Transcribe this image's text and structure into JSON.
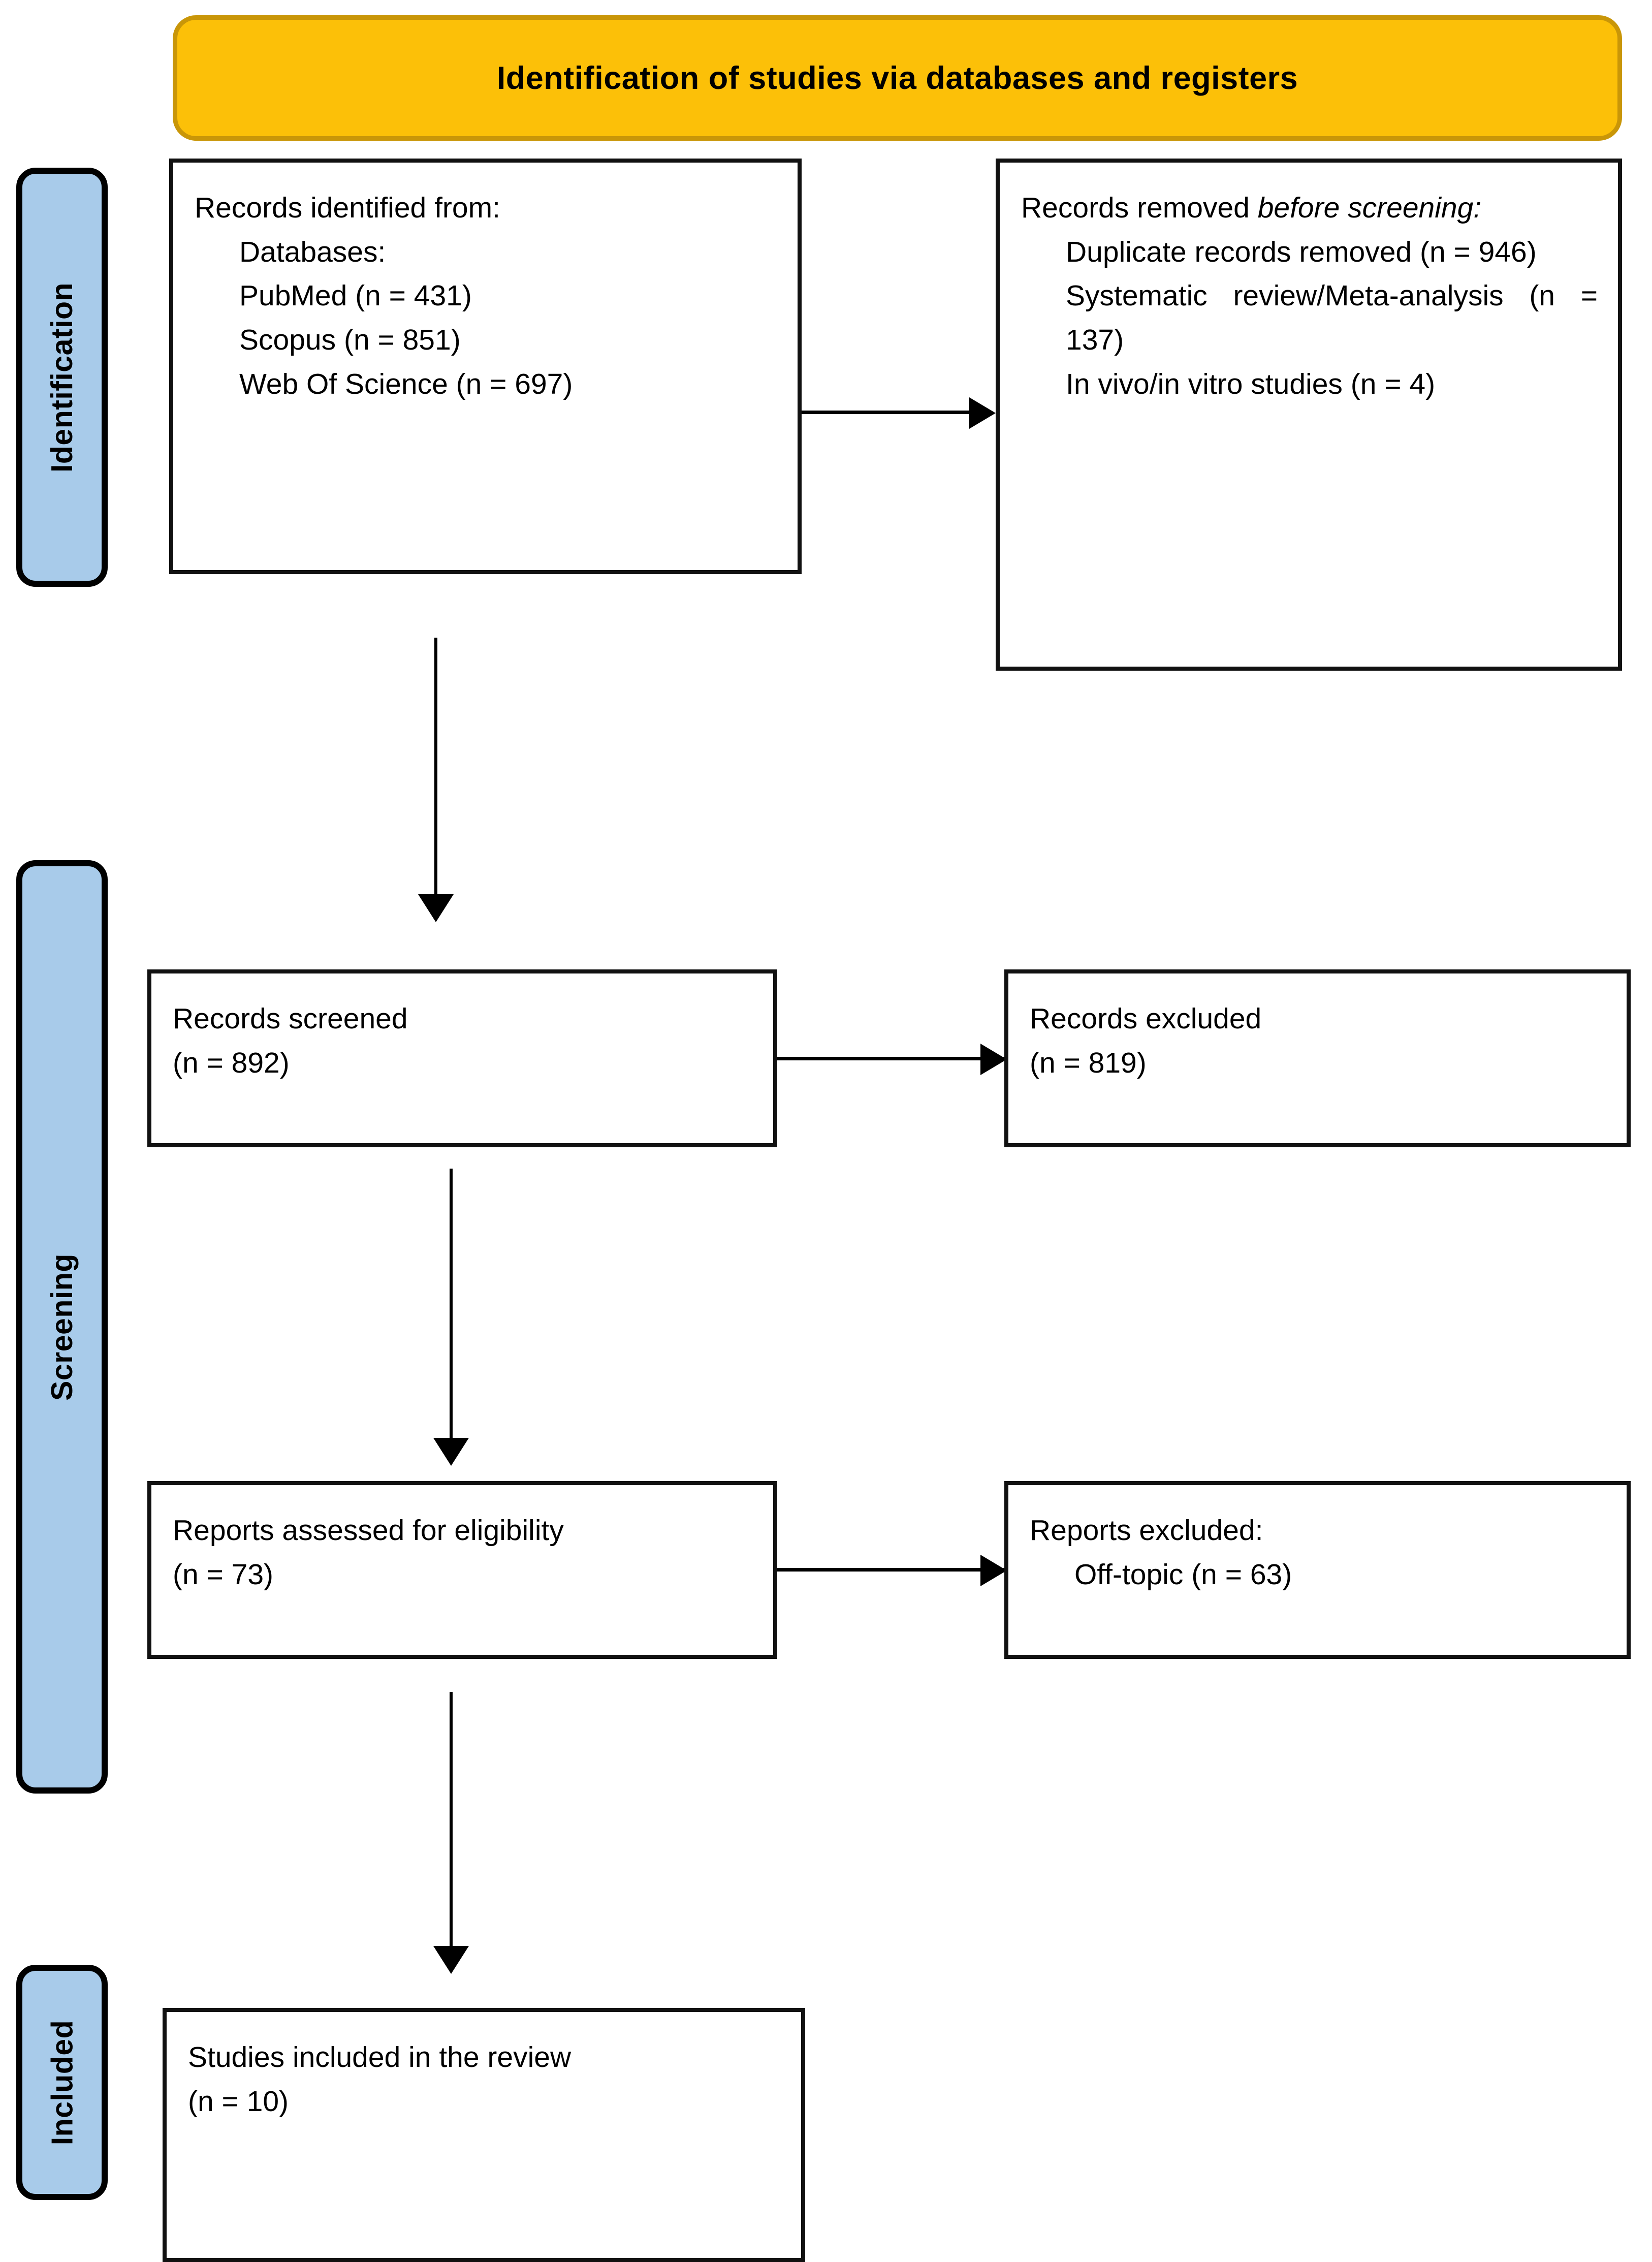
{
  "diagram": {
    "title": "Identification of studies via databases and registers",
    "stages": [
      {
        "id": "identification",
        "label": "Identification"
      },
      {
        "id": "screening",
        "label": "Screening"
      },
      {
        "id": "included",
        "label": "Included"
      }
    ],
    "boxes": {
      "records_identified": {
        "heading": "Records identified from:",
        "subheading": "Databases:",
        "sources": [
          {
            "name": "PubMed",
            "count_text": "PubMed (n = 431)",
            "n": 431
          },
          {
            "name": "Scopus",
            "count_text": "Scopus (n = 851)",
            "n": 851
          },
          {
            "name": "Web Of Science",
            "count_text": "Web Of Science (n = 697)",
            "n": 697
          }
        ]
      },
      "records_removed": {
        "heading_plain": "Records removed ",
        "heading_italic": "before screening",
        "heading_colon": ":",
        "reasons": [
          {
            "text": "Duplicate records removed (n = 946)",
            "n": 946
          },
          {
            "text": "Systematic review/Meta-analysis (n = 137)",
            "n": 137
          },
          {
            "text": "In vivo/in vitro studies (n = 4)",
            "n": 4
          }
        ]
      },
      "records_screened": {
        "label": "Records screened",
        "count_text": "(n = 892)",
        "n": 892
      },
      "records_excluded": {
        "label": "Records excluded",
        "count_text": "(n = 819)",
        "n": 819
      },
      "reports_assessed": {
        "label": "Reports assessed for eligibility",
        "count_text": "(n = 73)",
        "n": 73
      },
      "reports_excluded": {
        "label": "Reports excluded:",
        "reasons": [
          {
            "text": "Off-topic (n = 63)",
            "n": 63
          }
        ]
      },
      "studies_included": {
        "label": "Studies included in the review",
        "count_text": "(n = 10)",
        "n": 10
      }
    },
    "colors": {
      "banner_fill": "#FCC008",
      "banner_border": "#C99608",
      "stage_fill": "#A8CBEA",
      "stage_border": "#000000",
      "box_border": "#111111",
      "text": "#000000",
      "page_background": "#FFFFFF"
    }
  }
}
